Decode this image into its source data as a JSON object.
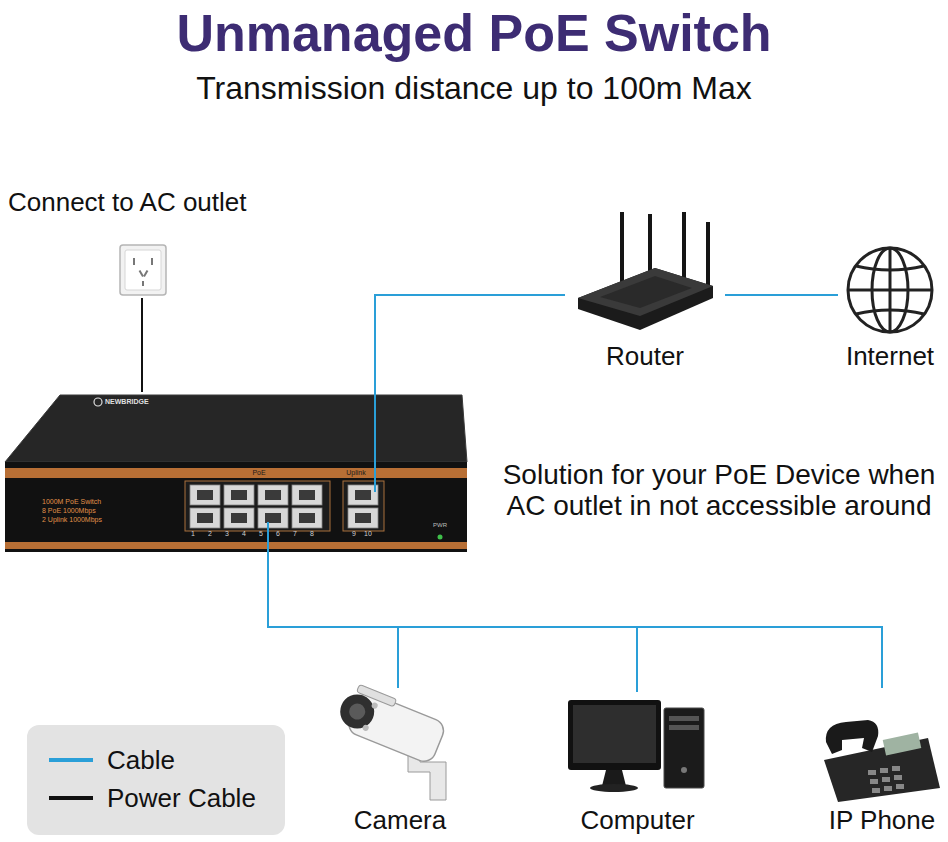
{
  "diagram": {
    "title": "Unmanaged PoE Switch",
    "nodes": [
      {
        "text": [
          "Connect to AC outlet"
        ]
      },
      {
        "text": [
          "NEWBRIDGE",
          "1000M PoE Switch",
          "8 PoE 1000Mbps",
          "2 Uplink 1000Mbps"
        ]
      },
      {
        "text": [
          "Router"
        ]
      },
      {
        "text": [
          "Internet"
        ]
      },
      {
        "text": [
          "Camera"
        ]
      },
      {
        "text": [
          "Computer"
        ]
      },
      {
        "text": [
          "IP Phone"
        ]
      }
    ],
    "edges": [
      {
        "from": 0,
        "to": 1,
        "arrow": "none"
      },
      {
        "from": 1,
        "to": 2,
        "arrow": "none"
      },
      {
        "from": 2,
        "to": 3,
        "arrow": "none"
      },
      {
        "from": 1,
        "to": 4,
        "arrow": "none"
      },
      {
        "from": 1,
        "to": 5,
        "arrow": "none"
      },
      {
        "from": 1,
        "to": 6,
        "arrow": "none"
      }
    ],
    "labels": [
      "Transmission distance up to 100m Max",
      "Solution for your PoE Device when AC outlet in not accessible around",
      "PoE",
      "Uplink",
      "1",
      "2",
      "3",
      "4",
      "5",
      "6",
      "7",
      "8",
      "9",
      "10",
      "PWR"
    ],
    "legend": [
      {
        "text": "Cable"
      },
      {
        "text": "Power Cable"
      }
    ]
  }
}
